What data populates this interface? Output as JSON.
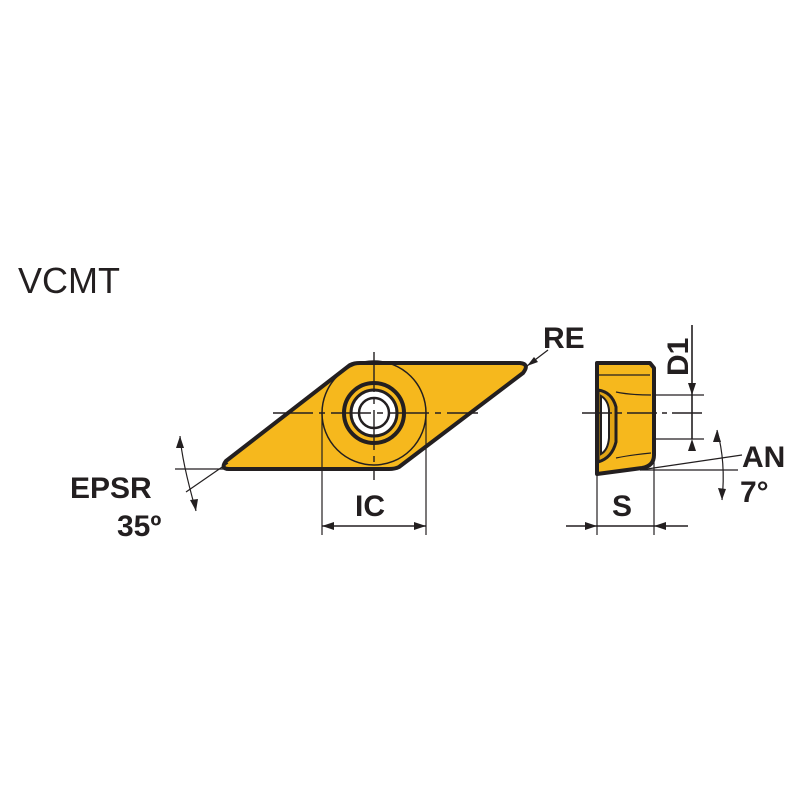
{
  "title": "VCMT",
  "labels": {
    "re": "RE",
    "d1": "D1",
    "an": "AN",
    "an_value": "7°",
    "epsr": "EPSR",
    "epsr_value": "35º",
    "ic": "IC",
    "s": "S"
  },
  "colors": {
    "insert_fill": "#f6b81d",
    "outline": "#231f20",
    "background": "#ffffff"
  }
}
